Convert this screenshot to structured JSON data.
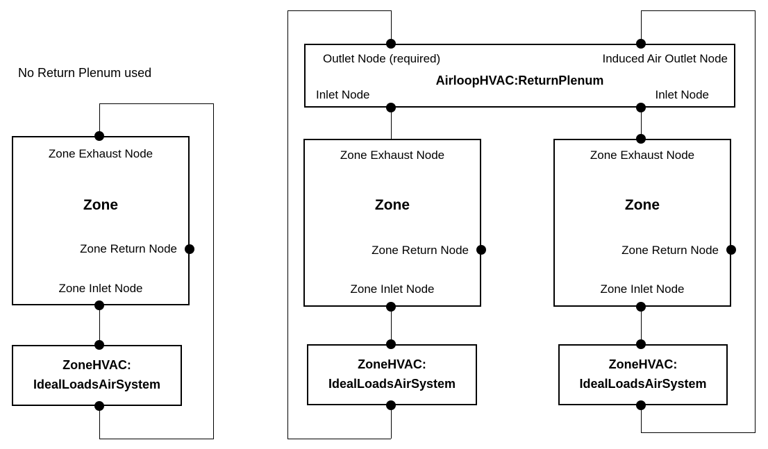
{
  "colors": {
    "line": "#000000",
    "text": "#000000",
    "background": "#ffffff"
  },
  "left_section": {
    "title": "No Return Plenum used",
    "zone": {
      "exhaust": "Zone Exhaust Node",
      "name": "Zone",
      "return": "Zone Return Node",
      "inlet": "Zone Inlet Node"
    },
    "hvac": {
      "line1": "ZoneHVAC:",
      "line2": "IdealLoadsAirSystem"
    }
  },
  "right_section": {
    "plenum": {
      "outlet": "Outlet Node (required)",
      "induced_outlet": "Induced Air Outlet Node",
      "title": "AirloopHVAC:ReturnPlenum",
      "inlet_left": "Inlet Node",
      "inlet_right": "Inlet Node"
    },
    "left_zone": {
      "exhaust": "Zone Exhaust Node",
      "name": "Zone",
      "return": "Zone Return Node",
      "inlet": "Zone Inlet Node"
    },
    "right_zone": {
      "exhaust": "Zone Exhaust Node",
      "name": "Zone",
      "return": "Zone Return Node",
      "inlet": "Zone Inlet Node"
    },
    "left_hvac": {
      "line1": "ZoneHVAC:",
      "line2": "IdealLoadsAirSystem"
    },
    "right_hvac": {
      "line1": "ZoneHVAC:",
      "line2": "IdealLoadsAirSystem"
    }
  }
}
